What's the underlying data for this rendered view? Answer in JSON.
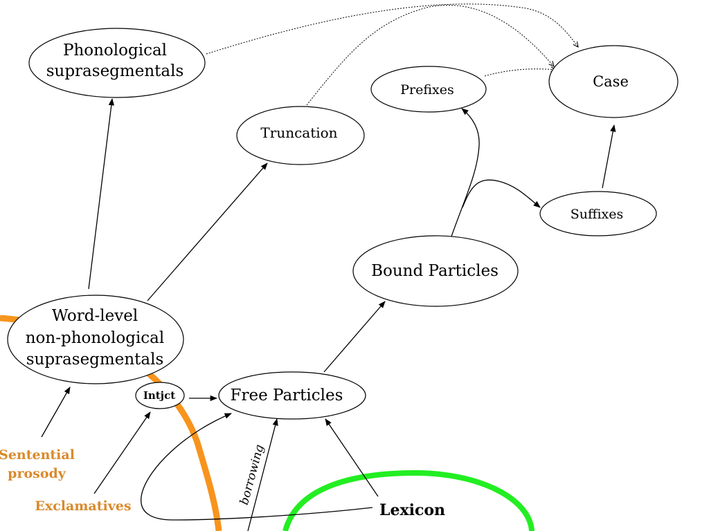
{
  "nodes": {
    "phonological": {
      "lines": [
        "Phonological",
        "suprasegmentals"
      ]
    },
    "truncation": {
      "lines": [
        "Truncation"
      ]
    },
    "prefixes": {
      "lines": [
        "Prefixes"
      ]
    },
    "case": {
      "lines": [
        "Case"
      ]
    },
    "suffixes": {
      "lines": [
        "Suffixes"
      ]
    },
    "bound_particles": {
      "lines": [
        "Bound Particles"
      ]
    },
    "word_level": {
      "lines": [
        "Word-level",
        "non-phonological",
        "suprasegmentals"
      ]
    },
    "intjct": {
      "lines": [
        "Intjct"
      ]
    },
    "free_particles": {
      "lines": [
        "Free Particles"
      ]
    }
  },
  "labels": {
    "sentential_prosody": [
      "Sentential",
      "prosody"
    ],
    "exclamatives": "Exclamatives",
    "lexicon": "Lexicon",
    "borrowing": "borrowing"
  },
  "colors": {
    "orange_curve": "#f7941d",
    "orange_text": "#d98a2b",
    "green_curve": "#22ee22",
    "line": "#000000"
  }
}
